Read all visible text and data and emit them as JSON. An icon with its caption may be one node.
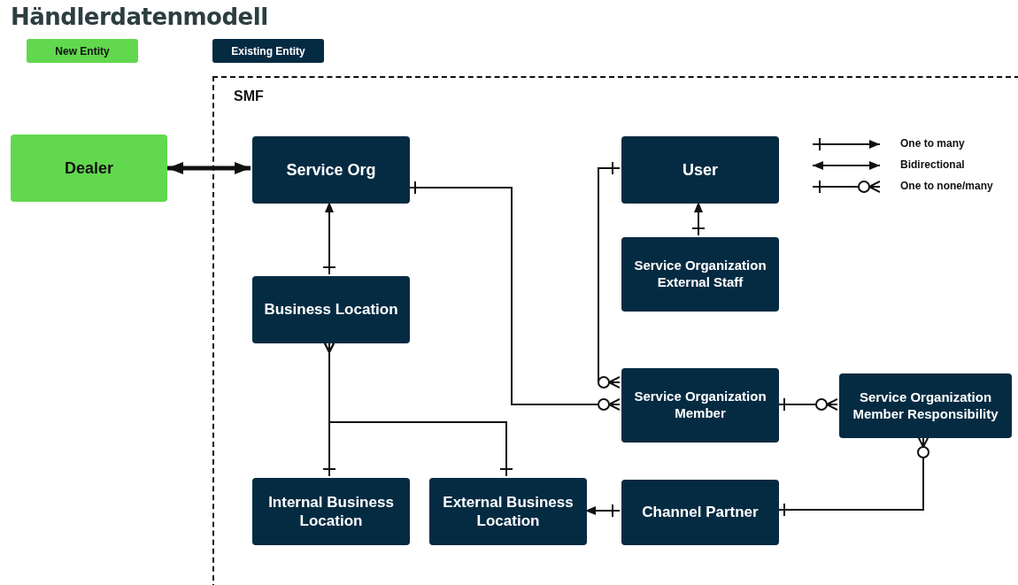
{
  "diagram": {
    "title": "Händlerdatenmodell",
    "nodes": [
      {
        "text": [
          "SMF"
        ]
      },
      {
        "text": [
          "Dealer"
        ]
      },
      {
        "text": [
          "Service Org"
        ],
        "in": 0
      },
      {
        "text": [
          "User"
        ],
        "in": 0
      },
      {
        "text": [
          "Business Location"
        ],
        "in": 0
      },
      {
        "text": [
          "Service Organization External Staff"
        ],
        "in": 0
      },
      {
        "text": [
          "Service Organization Member"
        ],
        "in": 0
      },
      {
        "text": [
          "Service Organization Member Responsibility"
        ],
        "in": 0
      },
      {
        "text": [
          "Internal Business Location"
        ],
        "in": 0
      },
      {
        "text": [
          "External Business Location"
        ],
        "in": 0
      },
      {
        "text": [
          "Channel Partner"
        ],
        "in": 0
      }
    ],
    "edges": [
      {
        "from": 1,
        "to": 2,
        "arrow": "both",
        "style": "thick"
      },
      {
        "from": 4,
        "to": 2,
        "arrow": "to"
      },
      {
        "from": 5,
        "to": 3,
        "arrow": "to"
      },
      {
        "from": 2,
        "to": 6,
        "arrow": "other"
      },
      {
        "from": 3,
        "to": 6,
        "arrow": "other"
      },
      {
        "from": 6,
        "to": 7,
        "arrow": "other"
      },
      {
        "from": 10,
        "to": 7,
        "arrow": "other"
      },
      {
        "from": 10,
        "to": 9,
        "arrow": "to"
      },
      {
        "from": 8,
        "to": 4,
        "arrow": "other"
      },
      {
        "from": 9,
        "to": 4,
        "arrow": "other"
      }
    ],
    "legend": [
      {
        "text": "New Entity",
        "color": "#62d84e"
      },
      {
        "text": "Existing Entity",
        "color": "#052b42"
      },
      {
        "text": "One to many"
      },
      {
        "text": "Bidirectional"
      },
      {
        "text": "One to none/many"
      }
    ]
  }
}
